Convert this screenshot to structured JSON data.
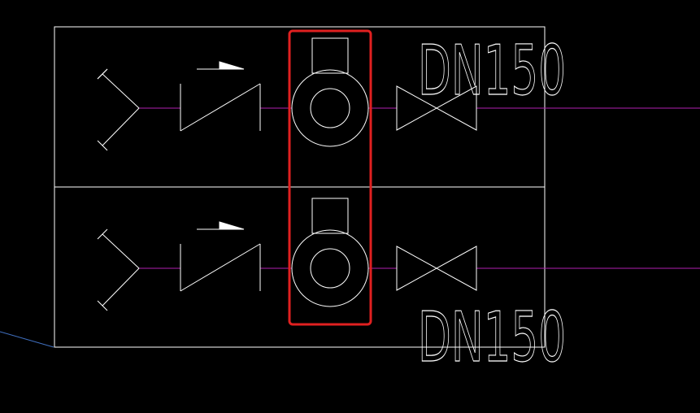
{
  "drawing": {
    "colors": {
      "background": "#000000",
      "linework": "#ffffff",
      "pipe": "#b020b0",
      "highlight": "#e02020",
      "leader": "#4070c0"
    },
    "rows": [
      {
        "label": "DN150",
        "components": [
          "y-strainer",
          "check-valve",
          "pump",
          "gate-valve"
        ]
      },
      {
        "label": "DN150",
        "components": [
          "y-strainer",
          "check-valve",
          "pump",
          "gate-valve"
        ]
      }
    ],
    "highlighted_component": "pump"
  }
}
